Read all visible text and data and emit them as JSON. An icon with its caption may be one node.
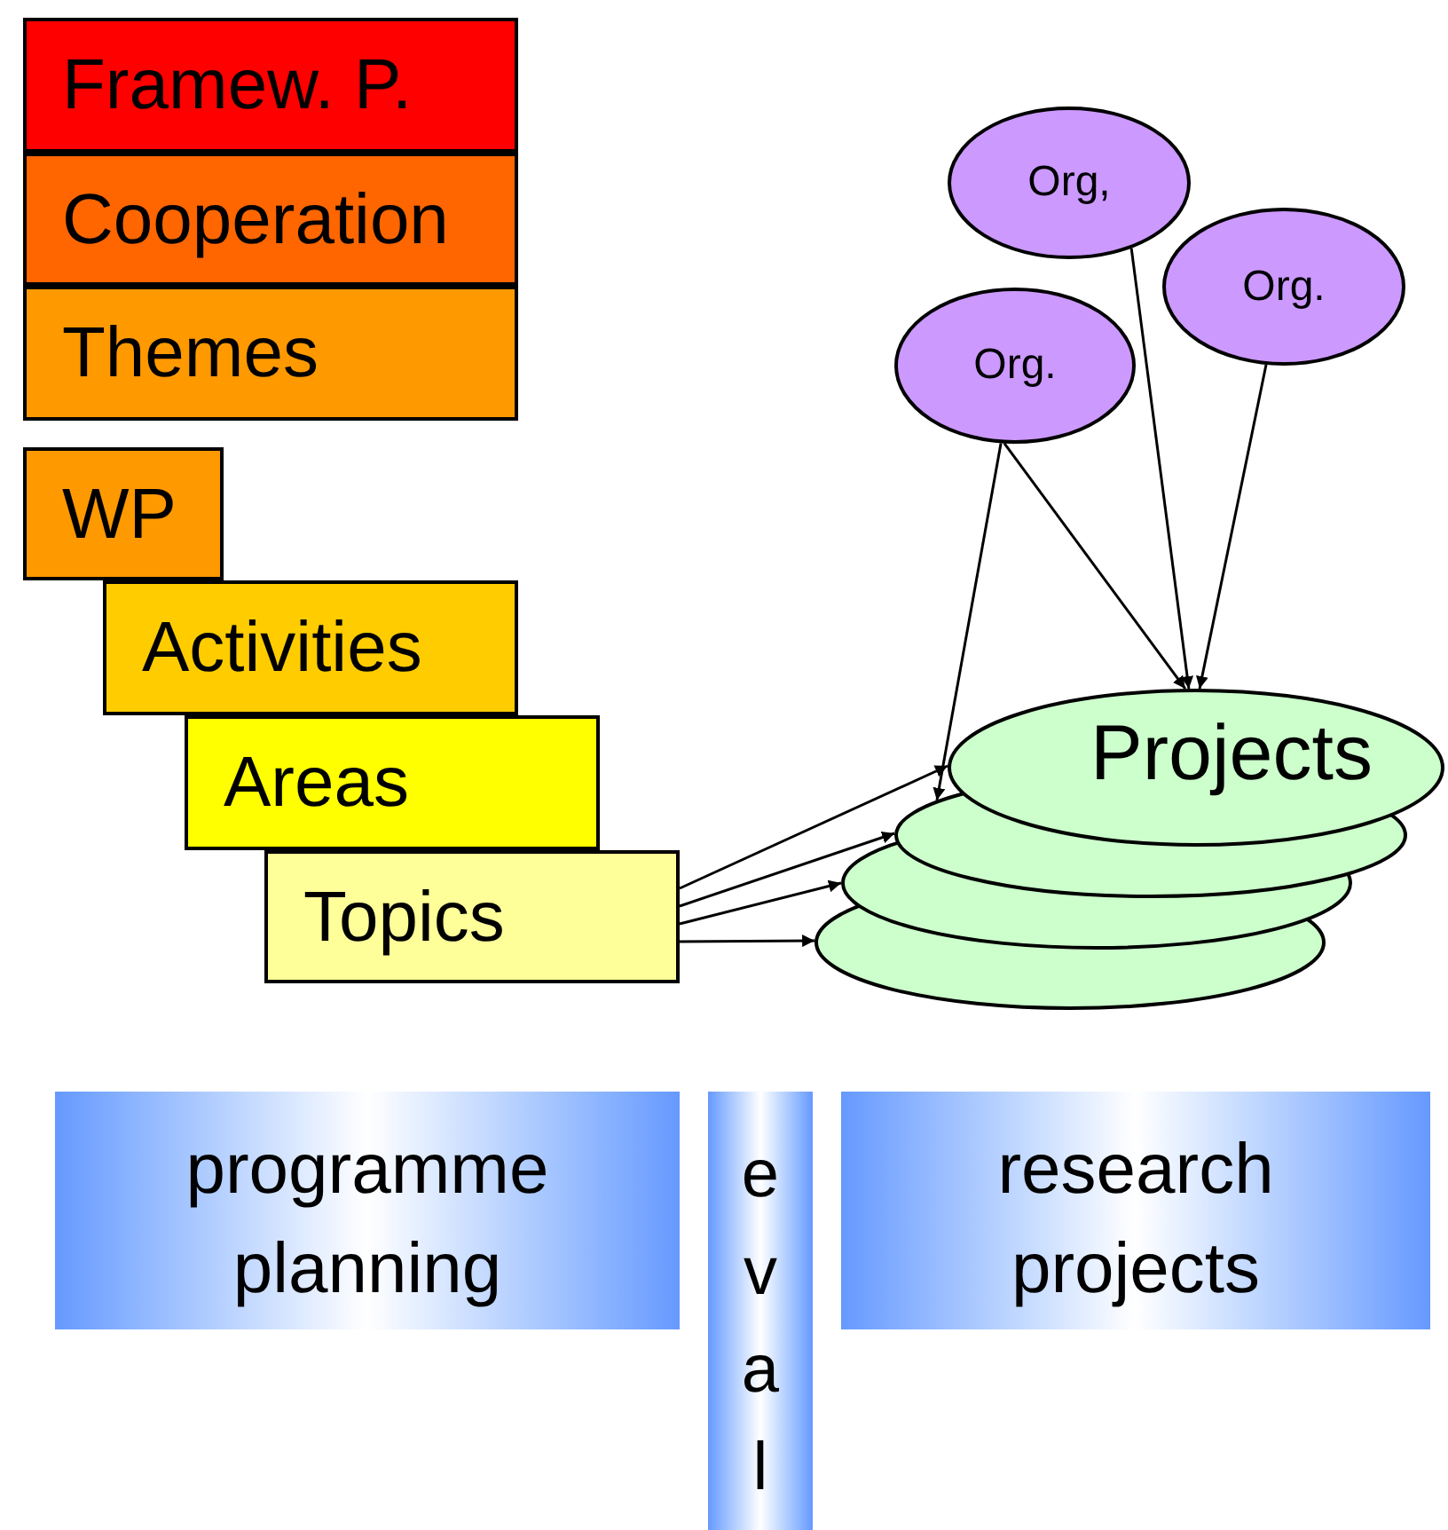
{
  "diagram": {
    "nodes": [
      {
        "text": [
          "Framew. P."
        ]
      },
      {
        "text": [
          "Cooperation"
        ]
      },
      {
        "text": [
          "Themes"
        ]
      },
      {
        "text": [
          "WP"
        ]
      },
      {
        "text": [
          "Activities"
        ]
      },
      {
        "text": [
          "Areas"
        ]
      },
      {
        "text": [
          "Topics"
        ]
      },
      {
        "text": [
          "Org,"
        ]
      },
      {
        "text": [
          "Org."
        ]
      },
      {
        "text": [
          "Org."
        ]
      },
      {
        "text": [
          "Projects"
        ]
      },
      {
        "text": [],
        "shape": "ellipse"
      },
      {
        "text": [],
        "shape": "ellipse"
      },
      {
        "text": [],
        "shape": "ellipse"
      },
      {
        "text": [
          "programme planning"
        ]
      },
      {
        "text": [
          "eval"
        ]
      },
      {
        "text": [
          "research projects"
        ]
      }
    ],
    "edges": [
      {
        "from": 9,
        "to": 11,
        "arrow": "to"
      },
      {
        "from": 9,
        "to": 10,
        "arrow": "to"
      },
      {
        "from": 7,
        "to": 10,
        "arrow": "to"
      },
      {
        "from": 8,
        "to": 10,
        "arrow": "to"
      },
      {
        "from": 6,
        "to": 10,
        "arrow": "to"
      },
      {
        "from": 6,
        "to": 11,
        "arrow": "to"
      },
      {
        "from": 6,
        "to": 12,
        "arrow": "to"
      },
      {
        "from": 6,
        "to": 13,
        "arrow": "to"
      }
    ]
  }
}
